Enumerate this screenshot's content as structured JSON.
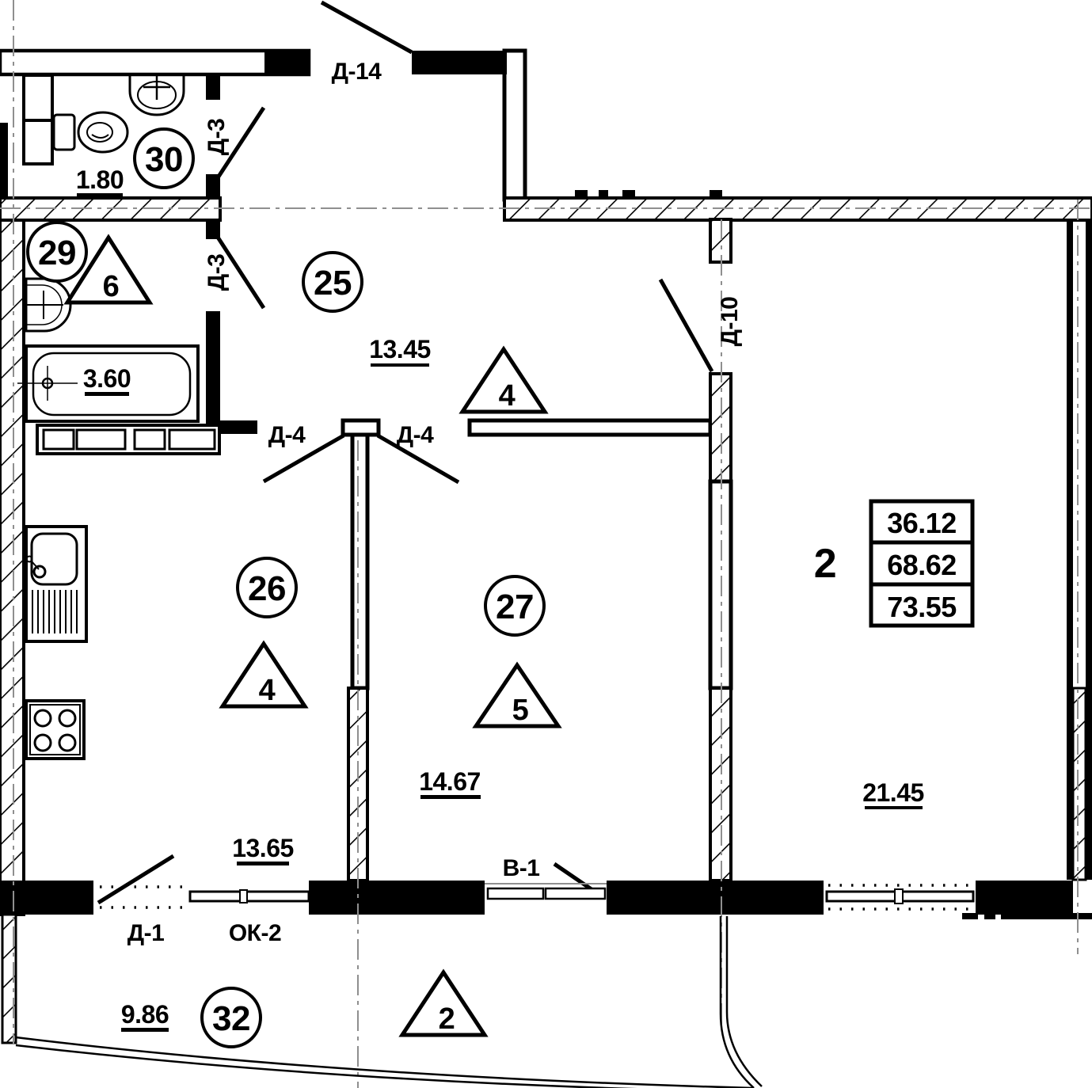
{
  "plan_type": "apartment-floor-plan",
  "apartment": {
    "number": "2",
    "areas_table": {
      "living": "36.12",
      "usable": "68.62",
      "total": "73.55"
    }
  },
  "rooms": {
    "hall": {
      "number": "25",
      "area": "13.45",
      "floor_mark": "4"
    },
    "kitchen": {
      "number": "26",
      "area": "13.65",
      "floor_mark": "4"
    },
    "room": {
      "number": "27",
      "area": "14.67",
      "floor_mark": "5"
    },
    "bath": {
      "number": "29",
      "area": "3.60",
      "floor_mark": "6"
    },
    "wc": {
      "number": "30",
      "area": "1.80"
    },
    "living": {
      "area": "21.45"
    },
    "balcony": {
      "number": "32",
      "area": "9.86",
      "floor_mark": "2"
    }
  },
  "openings": {
    "entry_door": "Д-14",
    "wc_door": "Д-3",
    "bath_door": "Д-3",
    "kitchen_door": "Д-4",
    "room_door": "Д-4",
    "living_door": "Д-10",
    "balcony_exit_door": "Д-1",
    "balcony_window": "ОК-2",
    "balcony_door_window": "В-1"
  },
  "colors": {
    "line": "#000000",
    "axis": "#8f8f8f"
  }
}
